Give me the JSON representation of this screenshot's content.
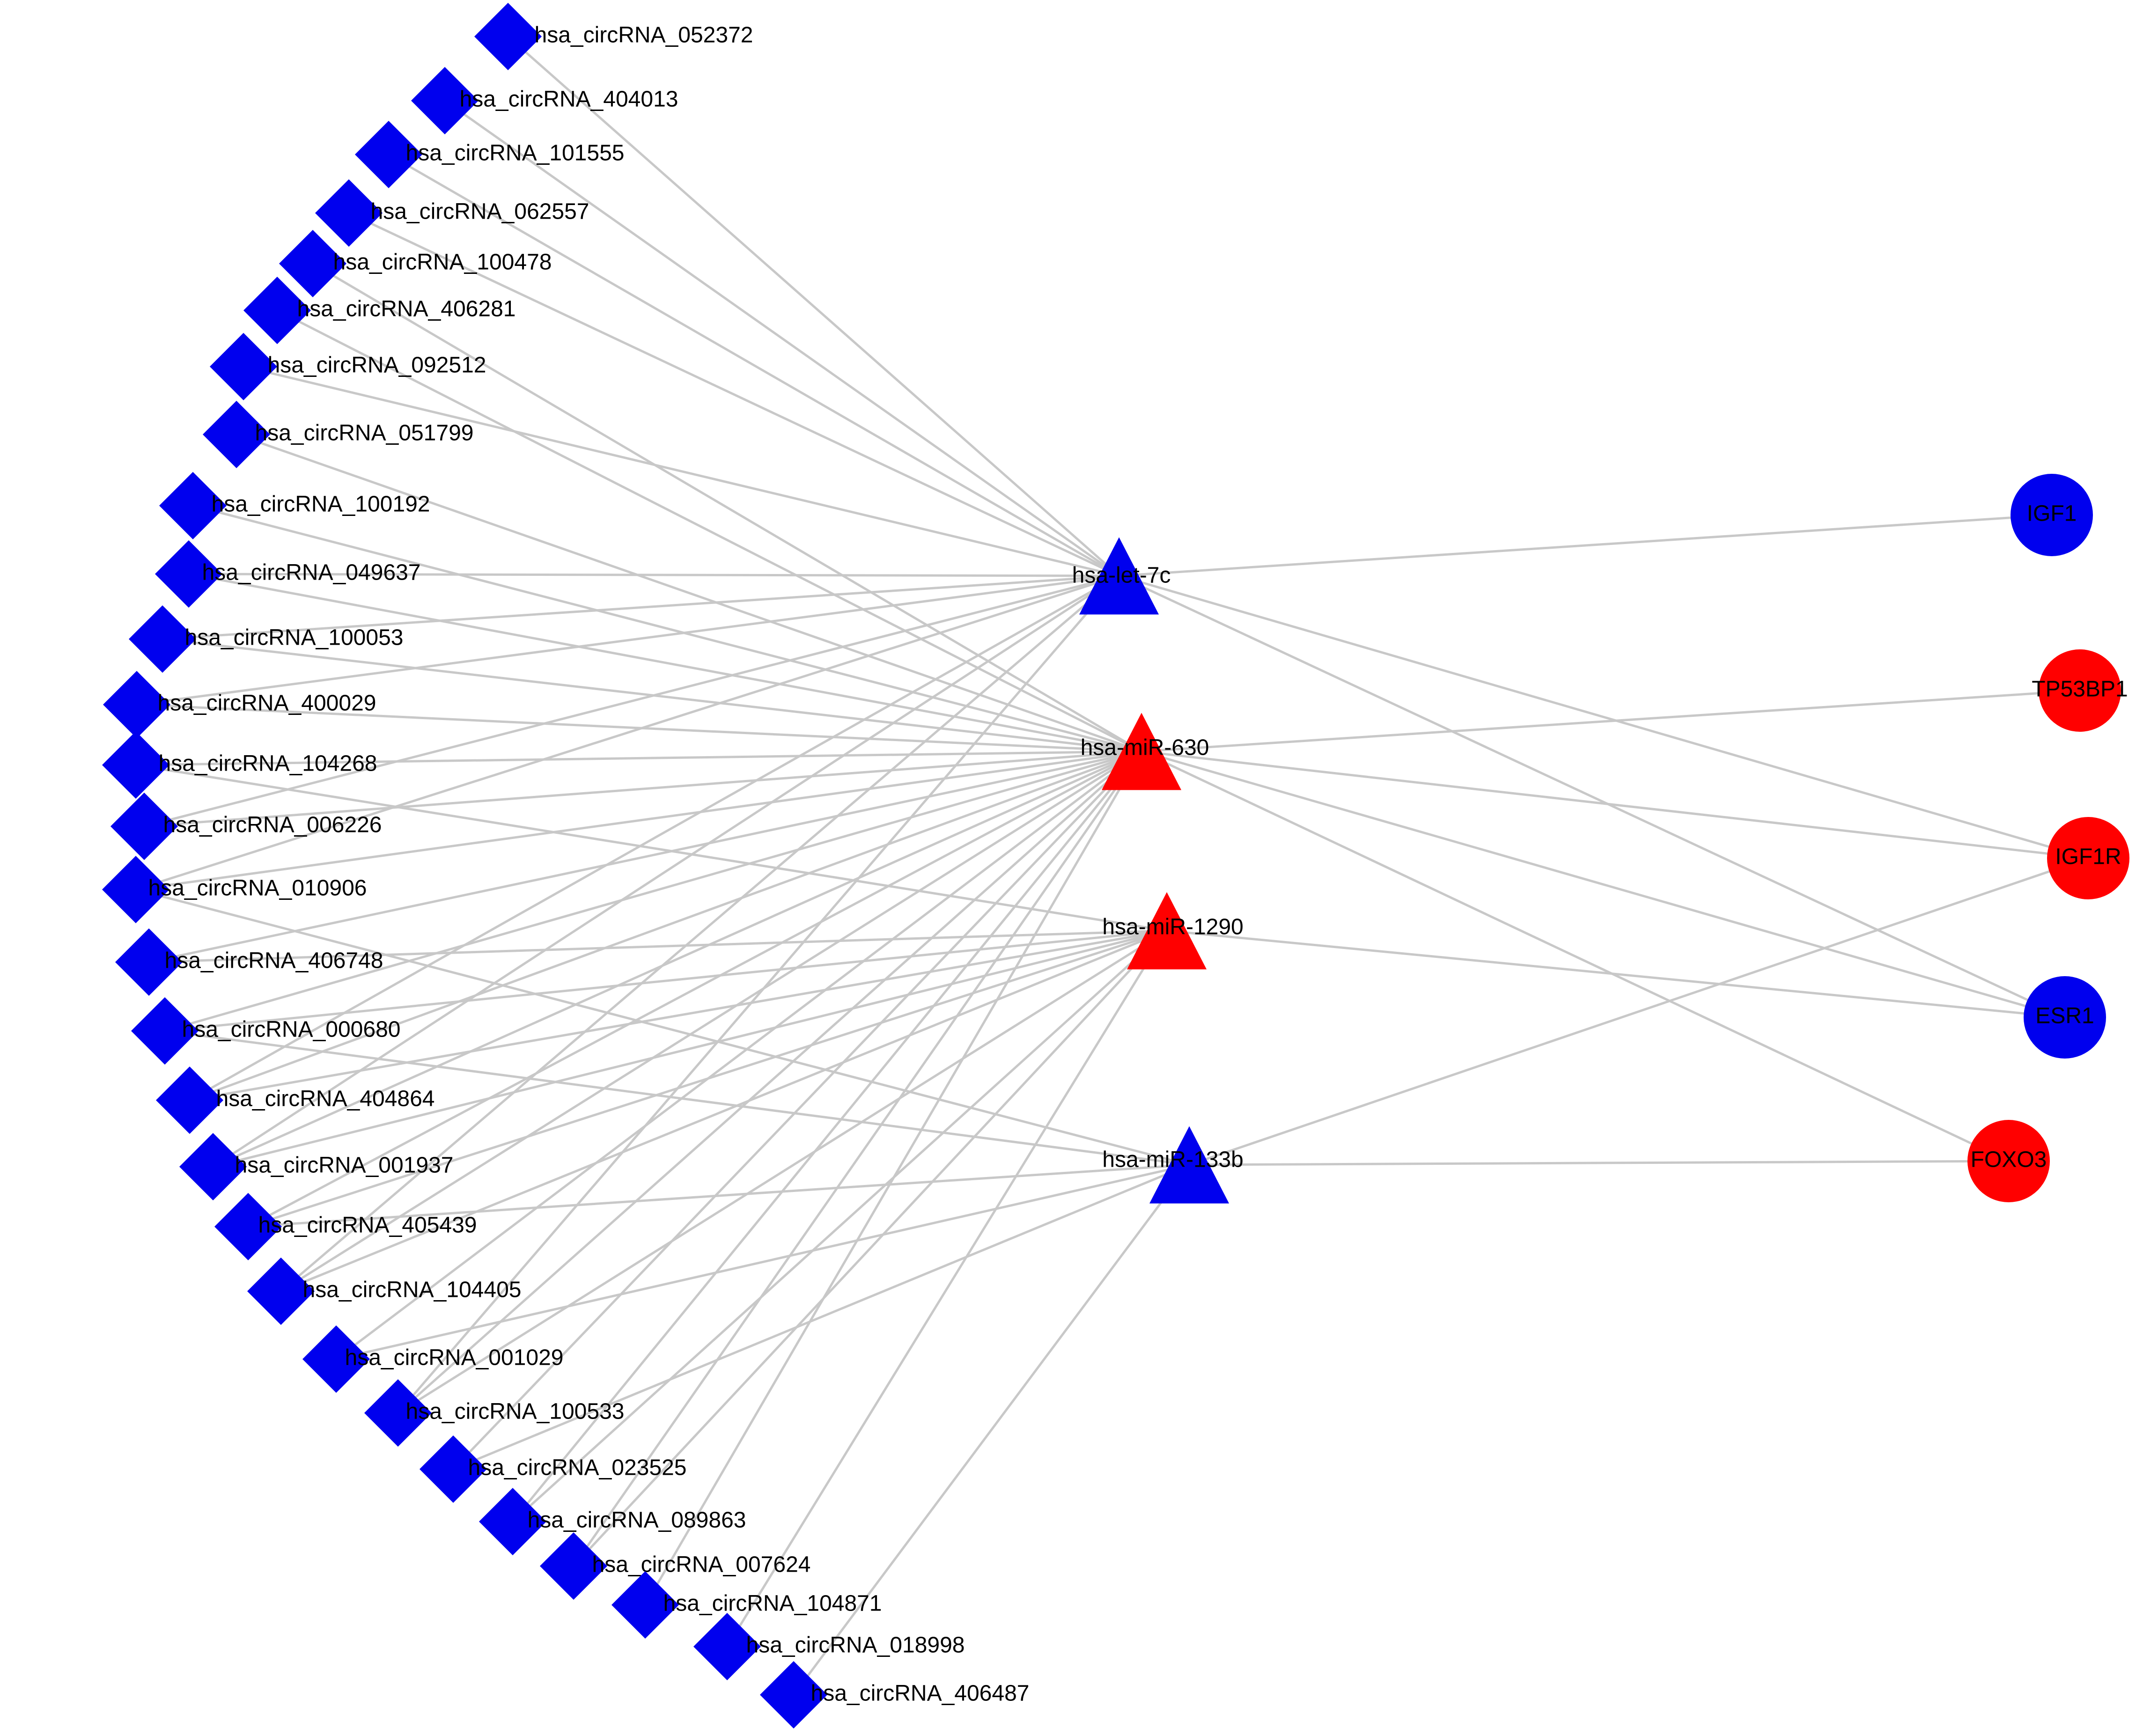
{
  "colors": {
    "blue": "#0000ee",
    "red": "#ff0000",
    "edge": "#c8c8c8"
  },
  "mirnas": [
    {
      "id": "let7c",
      "label": "hsa-let-7c",
      "color": "blue"
    },
    {
      "id": "mir630",
      "label": "hsa-miR-630",
      "color": "red"
    },
    {
      "id": "mir1290",
      "label": "hsa-miR-1290",
      "color": "red"
    },
    {
      "id": "mir133b",
      "label": "hsa-miR-133b",
      "color": "blue"
    }
  ],
  "genes": [
    {
      "id": "IGF1",
      "label": "IGF1",
      "color": "blue"
    },
    {
      "id": "TP53BP1",
      "label": "TP53BP1",
      "color": "red"
    },
    {
      "id": "IGF1R",
      "label": "IGF1R",
      "color": "red"
    },
    {
      "id": "ESR1",
      "label": "ESR1",
      "color": "blue"
    },
    {
      "id": "FOXO3",
      "label": "FOXO3",
      "color": "red"
    }
  ],
  "circrnas": [
    {
      "label": "hsa_circRNA_052372",
      "targets": [
        "let7c"
      ]
    },
    {
      "label": "hsa_circRNA_404013",
      "targets": [
        "let7c"
      ]
    },
    {
      "label": "hsa_circRNA_101555",
      "targets": [
        "let7c"
      ]
    },
    {
      "label": "hsa_circRNA_062557",
      "targets": [
        "let7c"
      ]
    },
    {
      "label": "hsa_circRNA_100478",
      "targets": [
        "mir630"
      ]
    },
    {
      "label": "hsa_circRNA_406281",
      "targets": [
        "mir630"
      ]
    },
    {
      "label": "hsa_circRNA_092512",
      "targets": [
        "let7c"
      ]
    },
    {
      "label": "hsa_circRNA_051799",
      "targets": [
        "mir630"
      ]
    },
    {
      "label": "hsa_circRNA_100192",
      "targets": [
        "mir630"
      ]
    },
    {
      "label": "hsa_circRNA_049637",
      "targets": [
        "let7c",
        "mir630"
      ]
    },
    {
      "label": "hsa_circRNA_100053",
      "targets": [
        "let7c",
        "mir630"
      ]
    },
    {
      "label": "hsa_circRNA_400029",
      "targets": [
        "let7c",
        "mir630"
      ]
    },
    {
      "label": "hsa_circRNA_104268",
      "targets": [
        "mir630",
        "mir1290"
      ]
    },
    {
      "label": "hsa_circRNA_006226",
      "targets": [
        "let7c",
        "mir630"
      ]
    },
    {
      "label": "hsa_circRNA_010906",
      "targets": [
        "let7c",
        "mir630",
        "mir133b"
      ]
    },
    {
      "label": "hsa_circRNA_406748",
      "targets": [
        "mir630",
        "mir1290"
      ]
    },
    {
      "label": "hsa_circRNA_000680",
      "targets": [
        "mir630",
        "mir1290",
        "mir133b"
      ]
    },
    {
      "label": "hsa_circRNA_404864",
      "targets": [
        "let7c",
        "mir630",
        "mir1290"
      ]
    },
    {
      "label": "hsa_circRNA_001937",
      "targets": [
        "let7c",
        "mir630",
        "mir1290"
      ]
    },
    {
      "label": "hsa_circRNA_405439",
      "targets": [
        "mir630",
        "mir1290",
        "mir133b"
      ]
    },
    {
      "label": "hsa_circRNA_104405",
      "targets": [
        "let7c",
        "mir630",
        "mir1290"
      ]
    },
    {
      "label": "hsa_circRNA_001029",
      "targets": [
        "mir630",
        "mir133b"
      ]
    },
    {
      "label": "hsa_circRNA_100533",
      "targets": [
        "let7c",
        "mir630",
        "mir1290"
      ]
    },
    {
      "label": "hsa_circRNA_023525",
      "targets": [
        "mir630",
        "mir133b"
      ]
    },
    {
      "label": "hsa_circRNA_089863",
      "targets": [
        "mir630",
        "mir1290"
      ]
    },
    {
      "label": "hsa_circRNA_007624",
      "targets": [
        "mir630",
        "mir1290"
      ]
    },
    {
      "label": "hsa_circRNA_104871",
      "targets": [
        "mir630"
      ]
    },
    {
      "label": "hsa_circRNA_018998",
      "targets": [
        "mir1290"
      ]
    },
    {
      "label": "hsa_circRNA_406487",
      "targets": [
        "mir133b"
      ]
    }
  ],
  "mirna_gene_edges": [
    [
      "let7c",
      "IGF1"
    ],
    [
      "let7c",
      "IGF1R"
    ],
    [
      "let7c",
      "ESR1"
    ],
    [
      "mir630",
      "TP53BP1"
    ],
    [
      "mir630",
      "IGF1R"
    ],
    [
      "mir630",
      "ESR1"
    ],
    [
      "mir630",
      "FOXO3"
    ],
    [
      "mir1290",
      "ESR1"
    ],
    [
      "mir133b",
      "IGF1R"
    ],
    [
      "mir133b",
      "FOXO3"
    ]
  ]
}
